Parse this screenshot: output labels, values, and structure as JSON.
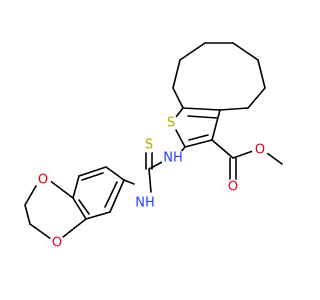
{
  "molecule": {
    "atoms": {
      "sulfur_ring": {
        "label": "S",
        "color": "#b8a900"
      },
      "sulfur_thione": {
        "label": "S",
        "color": "#b8a900"
      },
      "nh_amide": {
        "label": "NH",
        "color": "#2a3cff"
      },
      "nh_aryl": {
        "label": "NH",
        "color": "#2a3cff"
      },
      "ester_carbonyl_o": {
        "label": "O",
        "color": "#e0001a"
      },
      "ester_ether_o": {
        "label": "O",
        "color": "#e0001a"
      },
      "dioxane_o_upper": {
        "label": "O",
        "color": "#e0001a"
      },
      "dioxane_o_lower": {
        "label": "O",
        "color": "#e0001a"
      }
    }
  }
}
